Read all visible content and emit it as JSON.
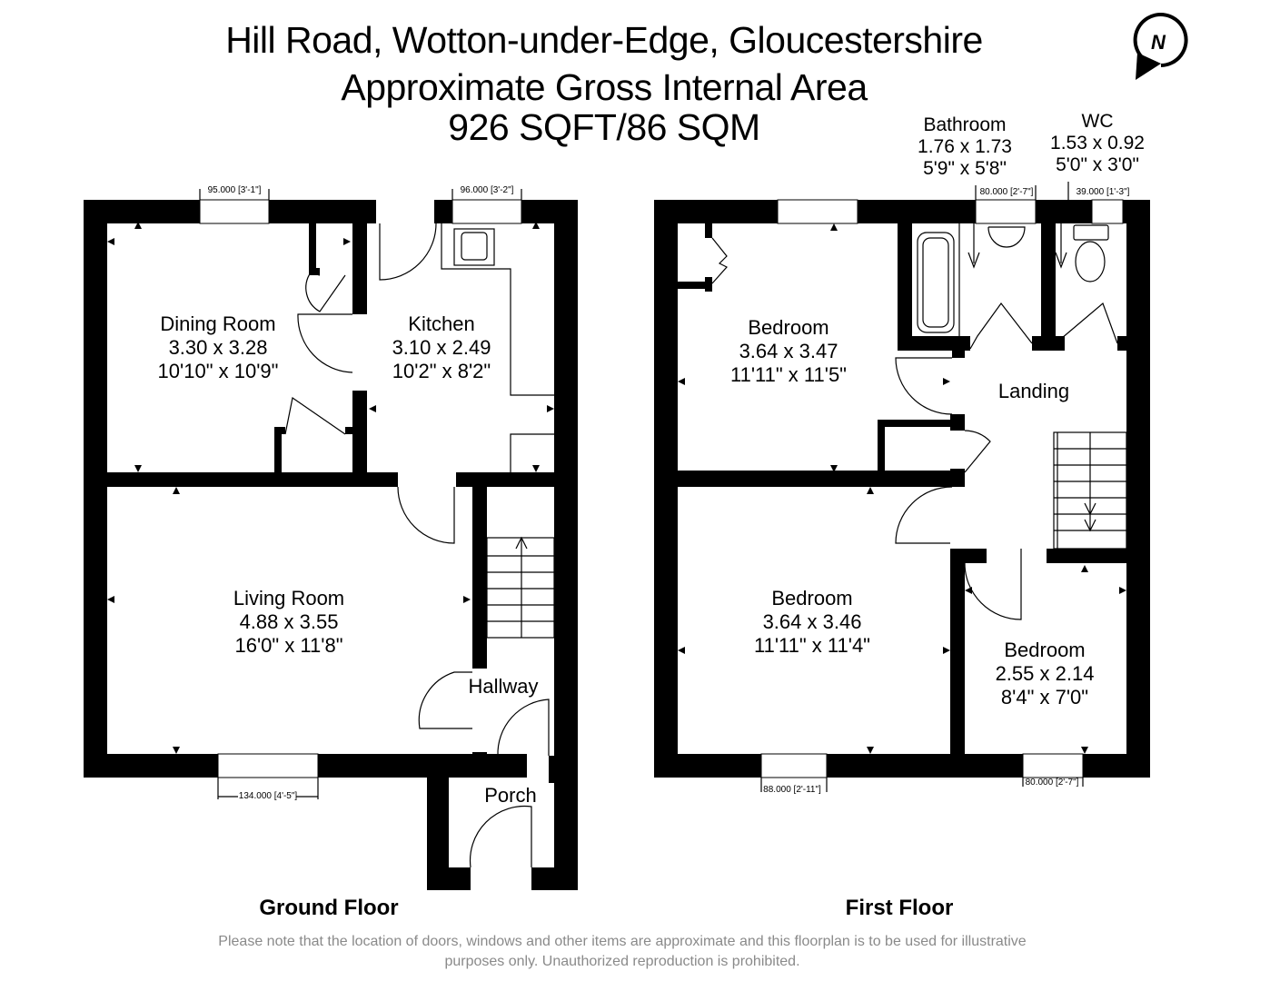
{
  "header": {
    "address": "Hill Road, Wotton-under-Edge, Gloucestershire",
    "subtitle": "Approximate Gross Internal Area",
    "area": "926 SQFT/86 SQM"
  },
  "compass": {
    "icon": "north-compass-icon",
    "letter": "N"
  },
  "ground_floor": {
    "title": "Ground Floor",
    "rooms": [
      {
        "name": "Dining Room",
        "metric": "3.30 x 3.28",
        "imperial": "10'10\" x 10'9\""
      },
      {
        "name": "Kitchen",
        "metric": "3.10 x 2.49",
        "imperial": "10'2\" x 8'2\""
      },
      {
        "name": "Living Room",
        "metric": "4.88 x 3.55",
        "imperial": "16'0\" x 11'8\""
      },
      {
        "name": "Hallway"
      },
      {
        "name": "Porch"
      }
    ],
    "windows": [
      {
        "label": "95.000 [3'-1\"]"
      },
      {
        "label": "96.000 [3'-2\"]"
      },
      {
        "label": "134.000 [4'-5\"]"
      }
    ]
  },
  "first_floor": {
    "title": "First Floor",
    "rooms": [
      {
        "name": "Bedroom",
        "metric": "3.64 x 3.47",
        "imperial": "11'11\" x 11'5\""
      },
      {
        "name": "Bathroom",
        "metric": "1.76 x 1.73",
        "imperial": "5'9\" x 5'8\""
      },
      {
        "name": "WC",
        "metric": "1.53 x 0.92",
        "imperial": "5'0\" x 3'0\""
      },
      {
        "name": "Landing"
      },
      {
        "name": "Bedroom",
        "metric": "3.64 x 3.46",
        "imperial": "11'11\" x 11'4\""
      },
      {
        "name": "Bedroom",
        "metric": "2.55 x 2.14",
        "imperial": "8'4\" x 7'0\""
      }
    ],
    "windows": [
      {
        "label": "80.000 [2'-7\"]"
      },
      {
        "label": "39.000 [1'-3\"]"
      },
      {
        "label": "88.000 [2'-11\"]"
      },
      {
        "label": "80.000 [2'-7\"]"
      }
    ]
  },
  "disclaimer": {
    "line1": "Please note that the location of doors, windows and other items are approximate and this floorplan is to be used for illustrative",
    "line2": "purposes only. Unauthorized reproduction is prohibited."
  },
  "colors": {
    "wall": "#000000",
    "background": "#ffffff",
    "disclaimer": "#8a8a8a"
  }
}
